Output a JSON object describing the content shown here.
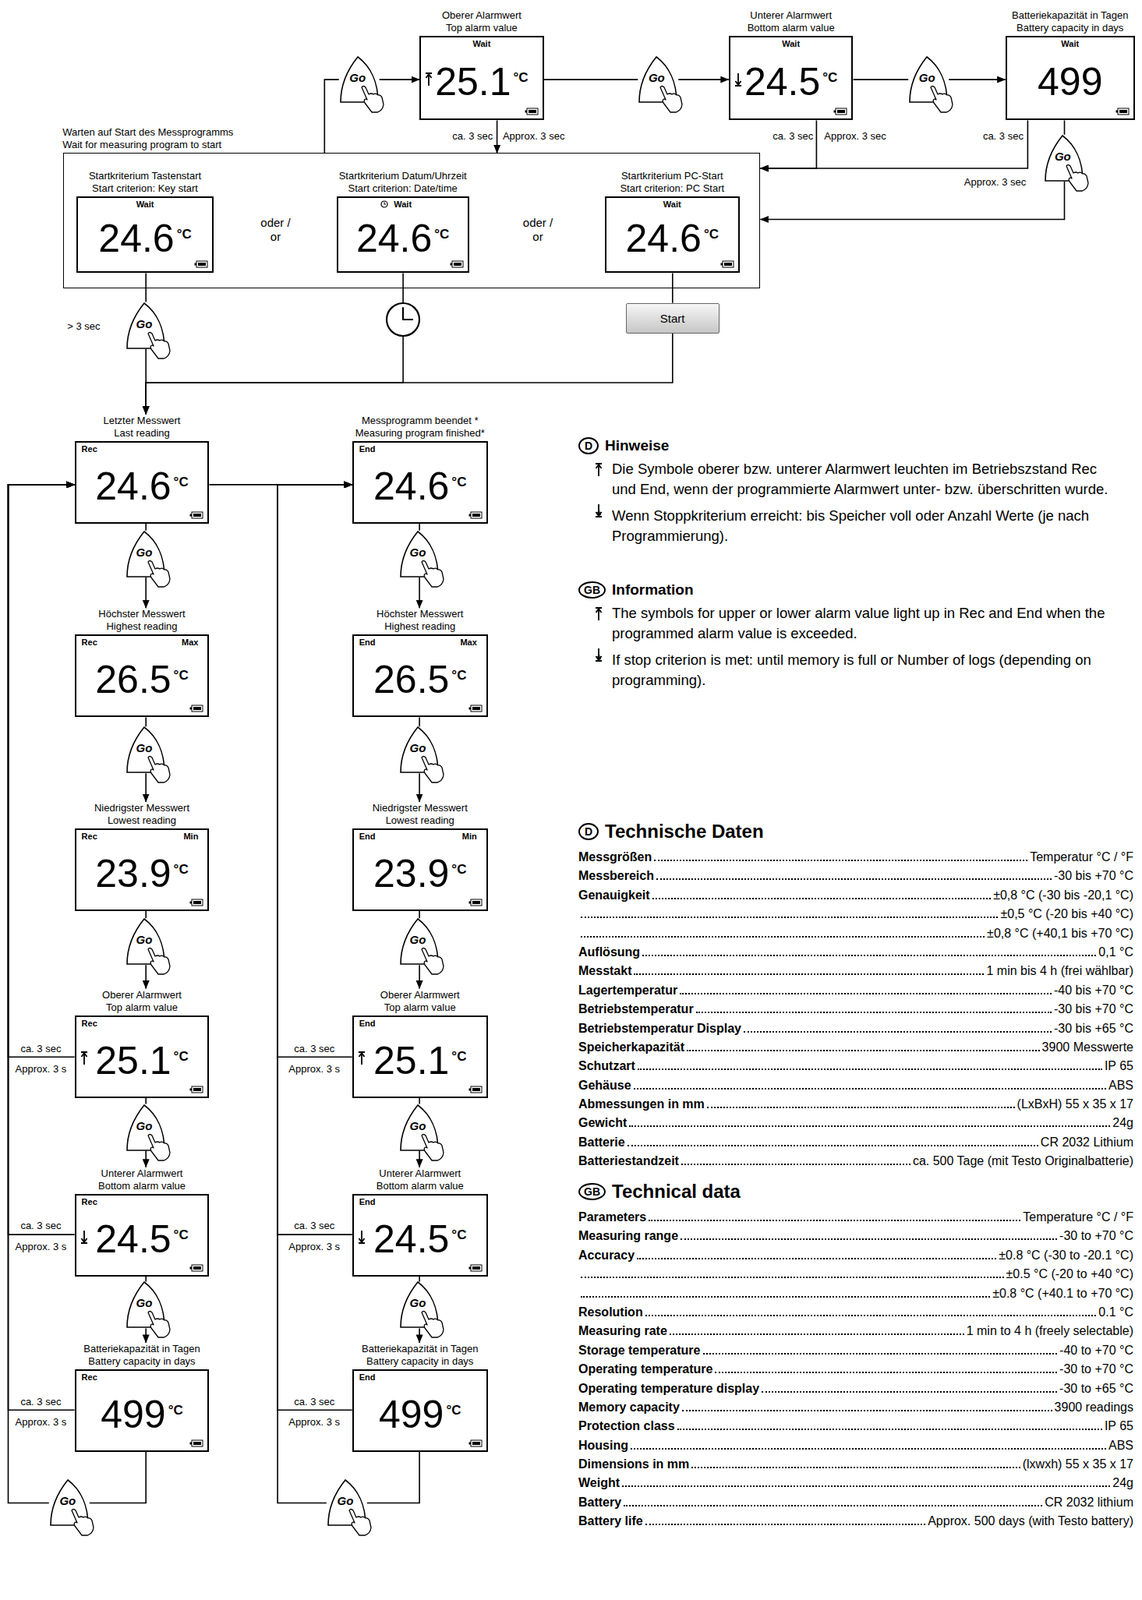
{
  "diagram": {
    "nodes": [
      {
        "text": [
          "Go"
        ]
      },
      {
        "text": [
          "Oberer Alarmwert",
          "Top alarm value",
          "Wait",
          "25.1",
          "°C"
        ]
      },
      {
        "text": [
          "Go"
        ]
      },
      {
        "text": [
          "Unterer Alarmwert",
          "Bottom alarm value",
          "Wait",
          "24.5",
          "°C"
        ]
      },
      {
        "text": [
          "Go"
        ]
      },
      {
        "text": [
          "Batteriekapazität in Tagen",
          "Battery capacity in days",
          "Wait",
          "499"
        ]
      },
      {
        "text": [
          "Go"
        ]
      },
      {
        "text": [
          "Warten auf Start des Messprogramms",
          "Wait for measuring program to start"
        ]
      },
      {
        "text": [
          "Startkriterium Tastenstart",
          "Start criterion: Key start",
          "Wait",
          "24.6",
          "°C"
        ],
        "in": 7
      },
      {
        "text": [
          "Startkriterium Datum/Uhrzeit",
          "Start criterion: Date/time",
          "Wait",
          "24.6",
          "°C"
        ],
        "in": 7
      },
      {
        "text": [
          "Startkriterium PC-Start",
          "Start criterion: PC Start",
          "Wait",
          "24.6",
          "°C"
        ],
        "in": 7
      },
      {
        "text": [
          "Go"
        ]
      },
      {
        "text": [
          "Start"
        ]
      },
      {
        "text": [
          "Letzter Messwert",
          "Last reading",
          "Rec",
          "24.6",
          "°C"
        ]
      },
      {
        "text": [
          "Messprogramm beendet *",
          "Measuring program finished*",
          "End",
          "24.6",
          "°C"
        ]
      },
      {
        "text": [
          "Go"
        ]
      },
      {
        "text": [
          "Go"
        ]
      },
      {
        "text": [
          "Höchster Messwert",
          "Highest reading",
          "Rec",
          "Max",
          "26.5",
          "°C"
        ]
      },
      {
        "text": [
          "Höchster Messwert",
          "Highest reading",
          "End",
          "Max",
          "26.5",
          "°C"
        ]
      },
      {
        "text": [
          "Go"
        ]
      },
      {
        "text": [
          "Go"
        ]
      },
      {
        "text": [
          "Niedrigster Messwert",
          "Lowest reading",
          "Rec",
          "Min",
          "23.9",
          "°C"
        ]
      },
      {
        "text": [
          "Niedrigster Messwert",
          "Lowest reading",
          "End",
          "Min",
          "23.9",
          "°C"
        ]
      },
      {
        "text": [
          "Go"
        ]
      },
      {
        "text": [
          "Go"
        ]
      },
      {
        "text": [
          "Oberer Alarmwert",
          "Top alarm value",
          "Rec",
          "25.1",
          "°C"
        ]
      },
      {
        "text": [
          "Oberer Alarmwert",
          "Top alarm value",
          "End",
          "25.1",
          "°C"
        ]
      },
      {
        "text": [
          "Go"
        ]
      },
      {
        "text": [
          "Go"
        ]
      },
      {
        "text": [
          "Unterer Alarmwert",
          "Bottom alarm value",
          "Rec",
          "24.5",
          "°C"
        ]
      },
      {
        "text": [
          "Unterer Alarmwert",
          "Bottom alarm value",
          "End",
          "24.5",
          "°C"
        ]
      },
      {
        "text": [
          "Go"
        ]
      },
      {
        "text": [
          "Go"
        ]
      },
      {
        "text": [
          "Batteriekapazität in Tagen",
          "Battery capacity in days",
          "Rec",
          "499",
          "°C"
        ]
      },
      {
        "text": [
          "Batteriekapazität in Tagen",
          "Battery capacity in days",
          "End",
          "499",
          "°C"
        ]
      },
      {
        "text": [
          "Go"
        ]
      },
      {
        "text": [
          "Go"
        ]
      }
    ],
    "edges": [
      {
        "from": 7,
        "to": 0,
        "arrow": "none"
      },
      {
        "from": 0,
        "to": 1,
        "arrow": "to"
      },
      {
        "from": 1,
        "to": 2,
        "arrow": "none"
      },
      {
        "from": 2,
        "to": 3,
        "arrow": "to"
      },
      {
        "from": 3,
        "to": 4,
        "arrow": "none"
      },
      {
        "from": 4,
        "to": 5,
        "arrow": "to"
      },
      {
        "from": 1,
        "to": 7,
        "arrow": "to",
        "label": "ca. 3 sec"
      },
      {
        "from": 3,
        "to": 7,
        "arrow": "to",
        "label": "ca. 3 sec"
      },
      {
        "from": 5,
        "to": 7,
        "arrow": "to",
        "label": "ca. 3 sec"
      },
      {
        "from": 5,
        "to": 6,
        "arrow": "none"
      },
      {
        "from": 6,
        "to": 7,
        "arrow": "to"
      },
      {
        "from": 8,
        "to": 11,
        "arrow": "none"
      },
      {
        "from": 11,
        "to": 13,
        "arrow": "to"
      },
      {
        "from": 9,
        "to": 13,
        "arrow": "to"
      },
      {
        "from": 10,
        "to": 12,
        "arrow": "none"
      },
      {
        "from": 12,
        "to": 13,
        "arrow": "to"
      },
      {
        "from": 13,
        "to": 14,
        "arrow": "to"
      },
      {
        "from": 13,
        "to": 15,
        "arrow": "none"
      },
      {
        "from": 15,
        "to": 17,
        "arrow": "to"
      },
      {
        "from": 17,
        "to": 19,
        "arrow": "none"
      },
      {
        "from": 19,
        "to": 21,
        "arrow": "to"
      },
      {
        "from": 21,
        "to": 23,
        "arrow": "none"
      },
      {
        "from": 23,
        "to": 25,
        "arrow": "to"
      },
      {
        "from": 25,
        "to": 27,
        "arrow": "none"
      },
      {
        "from": 27,
        "to": 29,
        "arrow": "to"
      },
      {
        "from": 29,
        "to": 31,
        "arrow": "none"
      },
      {
        "from": 31,
        "to": 33,
        "arrow": "to"
      },
      {
        "from": 33,
        "to": 35,
        "arrow": "none"
      },
      {
        "from": 35,
        "to": 13,
        "arrow": "to"
      },
      {
        "from": 25,
        "to": 13,
        "arrow": "to",
        "label": "ca. 3 sec"
      },
      {
        "from": 29,
        "to": 13,
        "arrow": "to",
        "label": "ca. 3 sec"
      },
      {
        "from": 33,
        "to": 13,
        "arrow": "to",
        "label": "ca. 3 sec"
      },
      {
        "from": 14,
        "to": 16,
        "arrow": "none"
      },
      {
        "from": 16,
        "to": 18,
        "arrow": "to"
      },
      {
        "from": 18,
        "to": 20,
        "arrow": "none"
      },
      {
        "from": 20,
        "to": 22,
        "arrow": "to"
      },
      {
        "from": 22,
        "to": 24,
        "arrow": "none"
      },
      {
        "from": 24,
        "to": 26,
        "arrow": "to"
      },
      {
        "from": 26,
        "to": 28,
        "arrow": "none"
      },
      {
        "from": 28,
        "to": 30,
        "arrow": "to"
      },
      {
        "from": 30,
        "to": 32,
        "arrow": "none"
      },
      {
        "from": 32,
        "to": 34,
        "arrow": "to"
      },
      {
        "from": 34,
        "to": 36,
        "arrow": "none"
      },
      {
        "from": 36,
        "to": 14,
        "arrow": "to"
      },
      {
        "from": 26,
        "to": 14,
        "arrow": "to",
        "label": "ca. 3 sec"
      },
      {
        "from": 30,
        "to": 14,
        "arrow": "to",
        "label": "ca. 3 sec"
      },
      {
        "from": 34,
        "to": 14,
        "arrow": "to",
        "label": "ca. 3 sec"
      }
    ],
    "labels": [
      "Approx. 3 sec",
      "Approx. 3 sec",
      "Approx. 3 sec",
      "oder / or",
      "oder / or",
      "> 3 sec",
      "Approx. 3 s",
      "Approx. 3 s",
      "Approx. 3 s",
      "Approx. 3 s",
      "Approx. 3 s",
      "Approx. 3 s",
      "D",
      "Hinweise",
      "Die Symbole oberer bzw. unterer Alarmwert leuchten im Betriebszstand Rec und End, wenn der programmierte Alarmwert unter- bzw. überschritten wurde.",
      "*",
      "Wenn Stoppkriterium erreicht: bis Speicher voll oder Anzahl Werte (je nach Programmierung).",
      "GB",
      "Information",
      "The symbols for upper or lower alarm value light up in Rec and End when the programmed alarm value is exceeded.",
      "*",
      "If stop criterion is met: until memory is full or Number of logs (depending on programming).",
      "D",
      "Technische Daten",
      "Messgrößen",
      "Temperatur °C / °F",
      "Messbereich",
      "-30 bis +70 °C",
      "Genauigkeit",
      "±0,8 °C (-30 bis -20,1 °C)",
      "±0,5 °C (-20 bis +40 °C)",
      "±0,8 °C (+40,1 bis +70 °C)",
      "Auflösung",
      "0,1 °C",
      "Messtakt",
      "1 min bis 4 h (frei wählbar)",
      "Lagertemperatur",
      "-40 bis +70 °C",
      "Betriebstemperatur",
      "-30 bis +70 °C",
      "Betriebstemperatur Display",
      "-30 bis +65 °C",
      "Speicherkapazität",
      "3900 Messwerte",
      "Schutzart",
      "IP 65",
      "Gehäuse",
      "ABS",
      "Abmessungen in mm",
      "(LxBxH) 55 x 35 x 17",
      "Gewicht",
      "24g",
      "Batterie",
      "CR 2032 Lithium",
      "Batteriestandzeit",
      "ca. 500 Tage (mit Testo Originalbatterie)",
      "GB",
      "Technical data",
      "Parameters",
      "Temperature °C / °F",
      "Measuring range",
      "-30 to +70 °C",
      "Accuracy",
      "±0.8 °C (-30 to -20.1 °C)",
      "±0.5 °C (-20 to +40 °C)",
      "±0.8 °C (+40.1 to +70 °C)",
      "Resolution",
      "0.1 °C",
      "Measuring rate",
      "1 min to 4 h (freely selectable)",
      "Storage temperature",
      "-40 to +70 °C",
      "Operating temperature",
      "-30 to +70 °C",
      "Operating temperature display",
      "-30 to +65 °C",
      "Memory capacity",
      "3900 readings",
      "Protection class",
      "IP 65",
      "Housing",
      "ABS",
      "Dimensions in mm",
      "(lxwxh) 55 x 35 x 17",
      "Weight",
      "24g",
      "Battery",
      "CR 2032 lithium",
      "Battery life",
      "Approx. 500 days (with Testo battery)"
    ]
  }
}
